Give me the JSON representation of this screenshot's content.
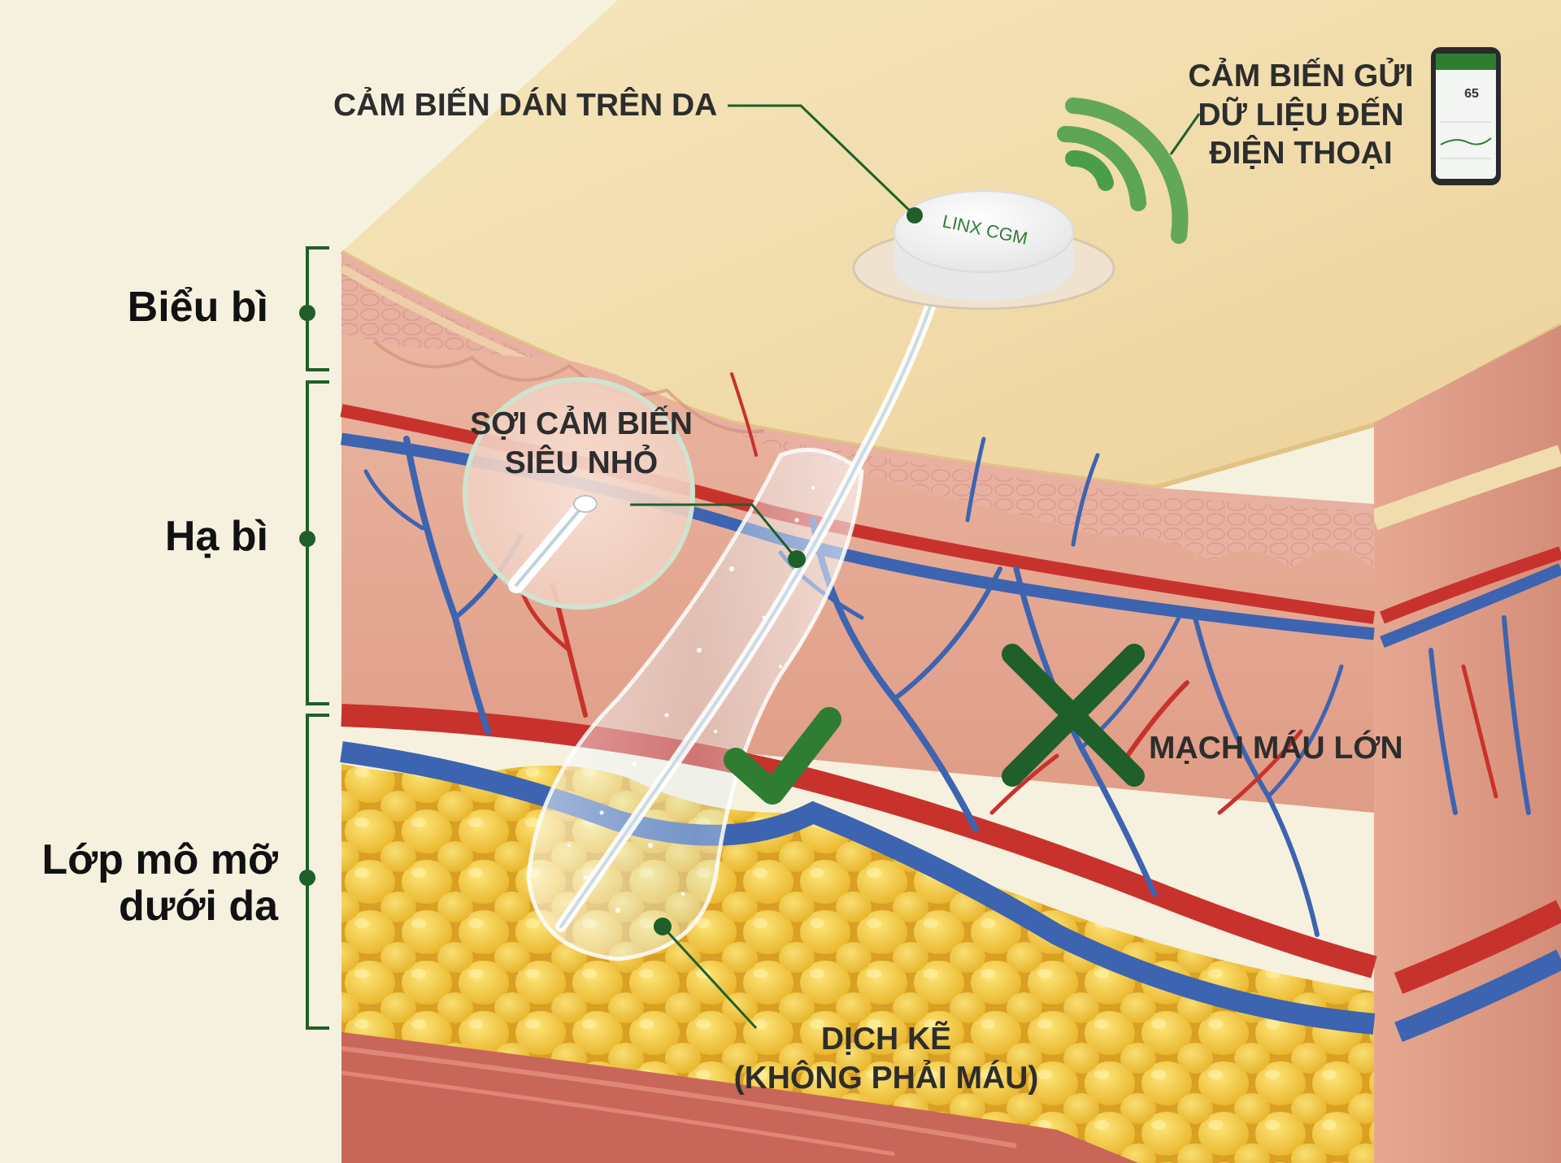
{
  "layers": {
    "epidermis": "Biểu bì",
    "dermis": "Hạ bì",
    "subcutaneous_line1": "Lớp mô mỡ",
    "subcutaneous_line2": "dưới da"
  },
  "callouts": {
    "sensor_patch": "CẢM BIẾN DÁN TRÊN DA",
    "phone_line1": "CẢM BIẾN GỬI",
    "phone_line2": "DỮ LIỆU ĐẾN",
    "phone_line3": "ĐIỆN THOẠI",
    "filament_line1": "SỢI CẢM BIẾN",
    "filament_line2": "SIÊU NHỎ",
    "large_vessels": "MẠCH MÁU LỚN",
    "fluid_line1": "DỊCH KẼ",
    "fluid_line2": "(KHÔNG PHẢI MÁU)"
  },
  "device": {
    "brand": "LINX CGM"
  },
  "phone": {
    "reading": "65"
  },
  "colors": {
    "accent_green": "#2e7d32",
    "artery_red": "#c8322d",
    "vein_blue": "#3d64b0",
    "fat_yellow": "#f0c43a",
    "skin_surface": "#f2dfae",
    "dermis_pink": "#e9a996"
  },
  "marks": {
    "check_icon": "interstitial-fluid-correct",
    "cross_icon": "blood-vessel-incorrect"
  }
}
